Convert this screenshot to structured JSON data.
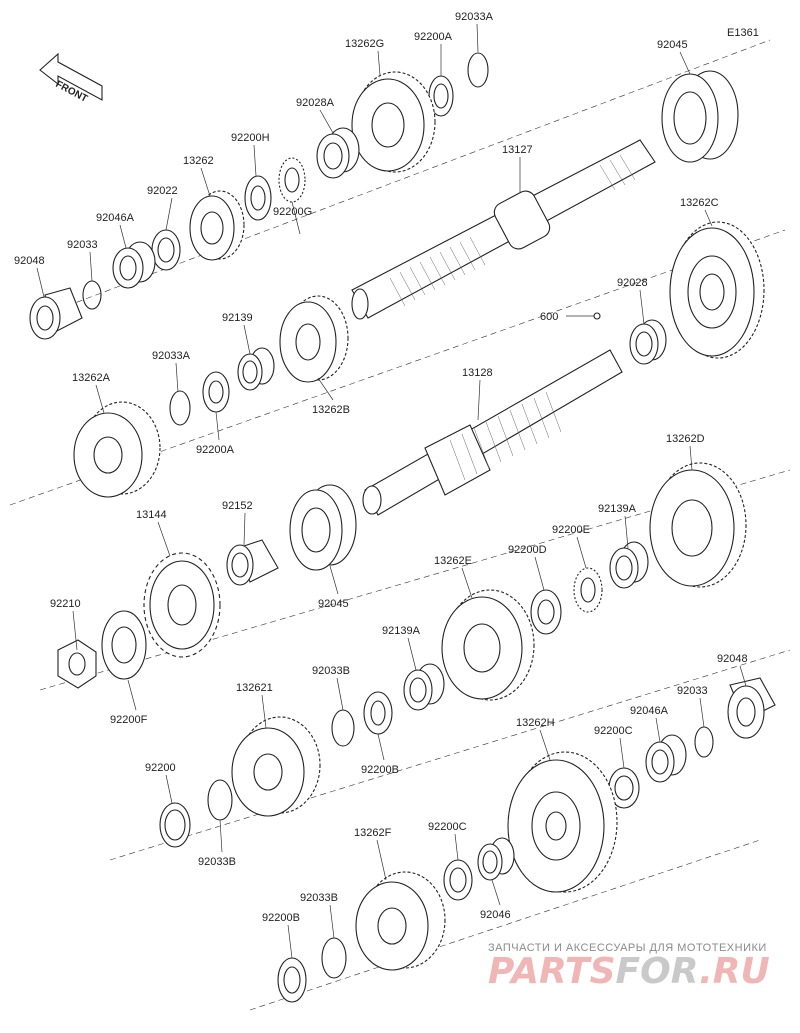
{
  "diagram_code": "E1361",
  "front_label": "FRONT",
  "watermark": {
    "top": "ЗАПЧАСТИ И АКСЕССУАРЫ ДЛЯ МОТОТЕХНИКИ",
    "brand_a": "PARTS",
    "brand_b": "FOR",
    "brand_c": ".RU"
  },
  "labels": {
    "p1": "92033A",
    "p2": "13262G",
    "p3": "92200A",
    "p4": "92045",
    "p5": "92028A",
    "p6": "92200H",
    "p7": "13262",
    "p8": "92022",
    "p9": "92046A",
    "p10": "92033",
    "p11": "92048",
    "p12": "92200G",
    "p13": "13127",
    "p14": "13262C",
    "p15": "92028",
    "p16": "600",
    "p17": "92139",
    "p18": "92033A",
    "p19": "13262A",
    "p20": "92200A",
    "p21": "13262B",
    "p22": "13128",
    "p23": "13262D",
    "p24": "13144",
    "p25": "92152",
    "p26": "92139A",
    "p27": "92200E",
    "p28": "92200D",
    "p29": "13262E",
    "p30": "92045",
    "p31": "92210",
    "p32": "92200F",
    "p33": "92139A",
    "p34": "92048",
    "p35": "92033B",
    "p36": "132621",
    "p37": "92033",
    "p38": "92046A",
    "p39": "92200C",
    "p40": "13262H",
    "p41": "92200B",
    "p42": "92200",
    "p43": "92033B",
    "p44": "13262F",
    "p45": "92200C",
    "p46": "92033B",
    "p47": "92200B",
    "p48": "92046"
  }
}
